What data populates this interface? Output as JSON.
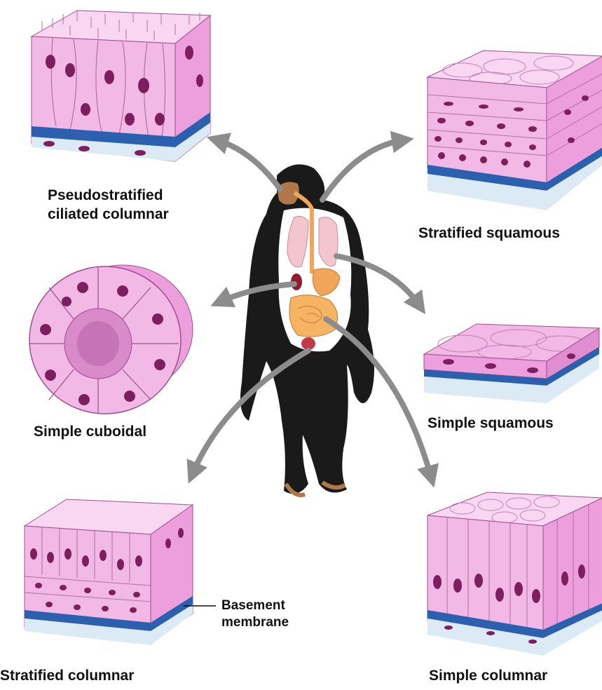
{
  "labels": {
    "pseudostratified_line1": "Pseudostratified",
    "pseudostratified_line2": "ciliated columnar",
    "stratified_squamous": "Stratified squamous",
    "simple_cuboidal": "Simple cuboidal",
    "simple_squamous": "Simple squamous",
    "stratified_columnar": "Stratified columnar",
    "simple_columnar": "Simple columnar",
    "basement_line1": "Basement",
    "basement_line2": "membrane"
  },
  "colors": {
    "cell_fill": "#f2b8e6",
    "cell_light": "#f9d6f1",
    "cell_line": "#9c4f8c",
    "nucleus": "#7d1f5e",
    "basement": "#1f5aa8",
    "connective": "#dceaf5",
    "arrow": "#8c8c8c",
    "chimp": "#1a1a1a",
    "organ_pink": "#f3c6cf",
    "organ_orange": "#f0a55a"
  }
}
